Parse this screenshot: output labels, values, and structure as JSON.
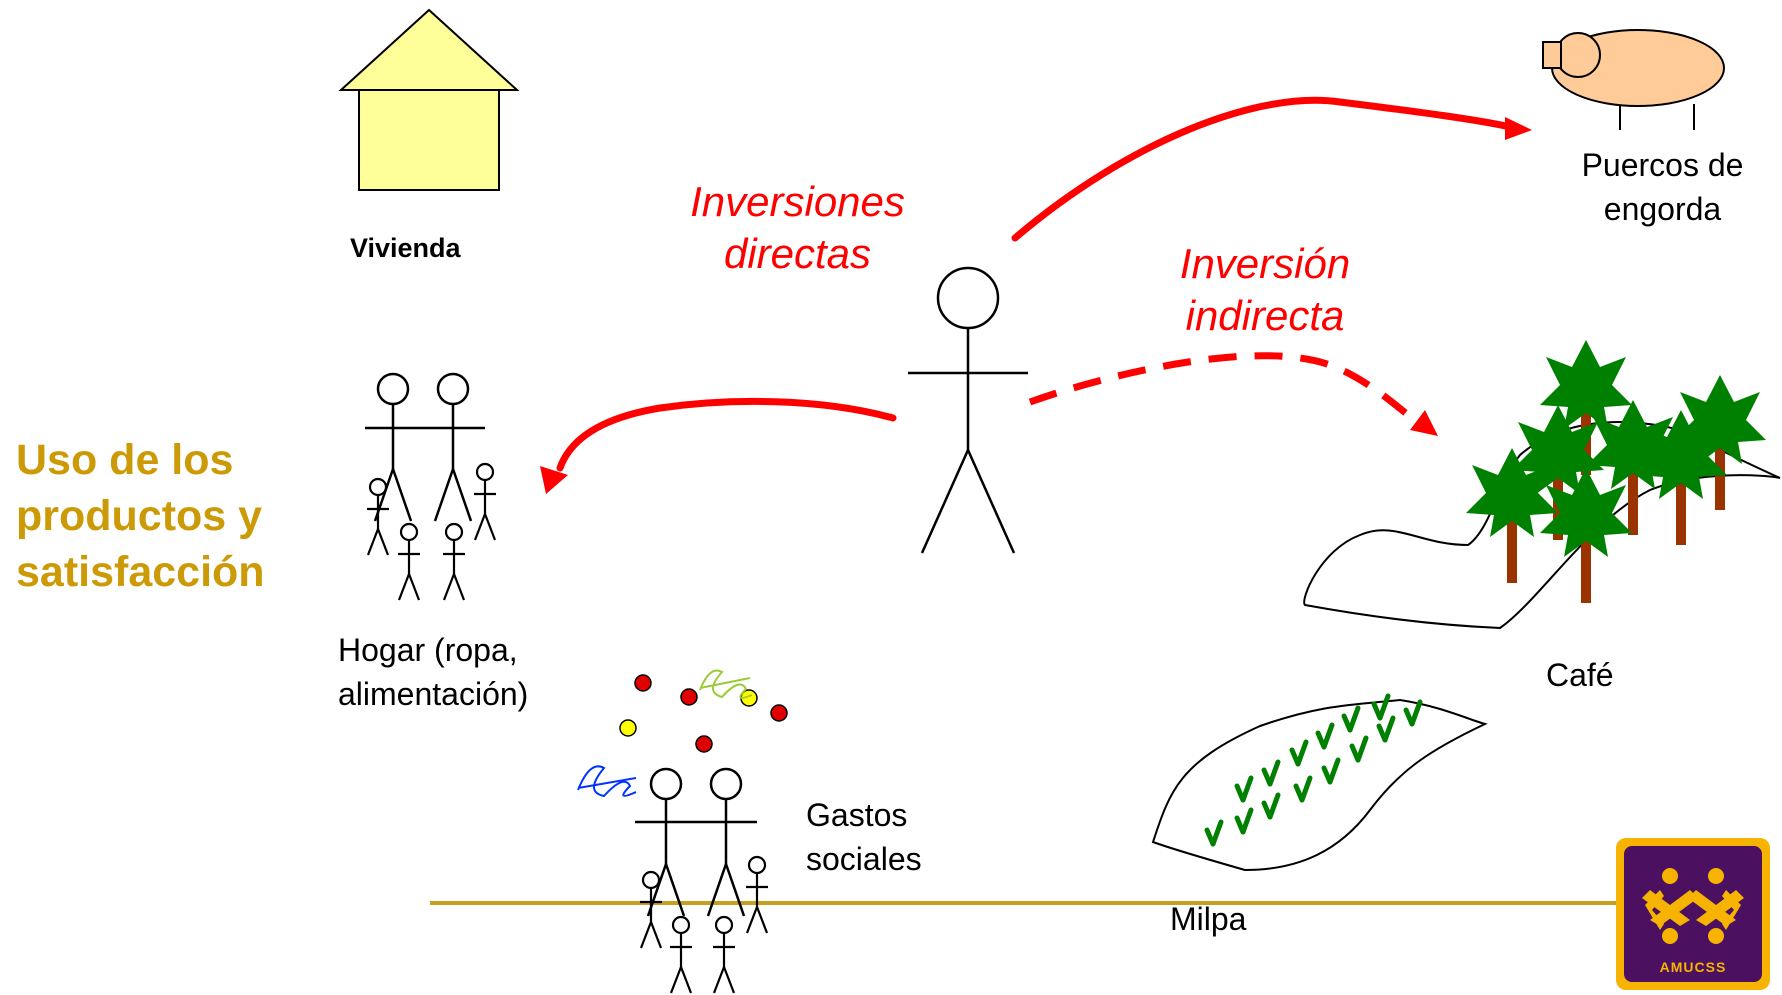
{
  "side_title": [
    "Uso de los",
    "productos y",
    "satisfacción"
  ],
  "labels": {
    "vivienda": "Vivienda",
    "hogar": [
      "Hogar (ropa,",
      "alimentación)"
    ],
    "gastos": [
      "Gastos",
      "sociales"
    ],
    "puercos": [
      "Puercos de",
      "engorda"
    ],
    "cafe": "Café",
    "milpa": "Milpa"
  },
  "arrow_labels": {
    "directas": [
      "Inversiones",
      "directas"
    ],
    "indirecta": [
      "Inversión",
      "indirecta"
    ]
  },
  "logo": {
    "text": "AMUCSS"
  },
  "colors": {
    "accent_gold": "#cc9a06",
    "arrow_red": "#ff0000",
    "house_fill": "#ffff99",
    "pig_fill": "#ffcc99",
    "tree_green": "#008000",
    "trunk_brown": "#993300",
    "logo_purple": "#4b1060",
    "logo_yellow": "#f6b400"
  },
  "icons": [
    "house-icon",
    "family-icon",
    "person-icon",
    "pig-icon",
    "coffee-trees-icon",
    "milpa-field-icon",
    "confetti-icon"
  ]
}
